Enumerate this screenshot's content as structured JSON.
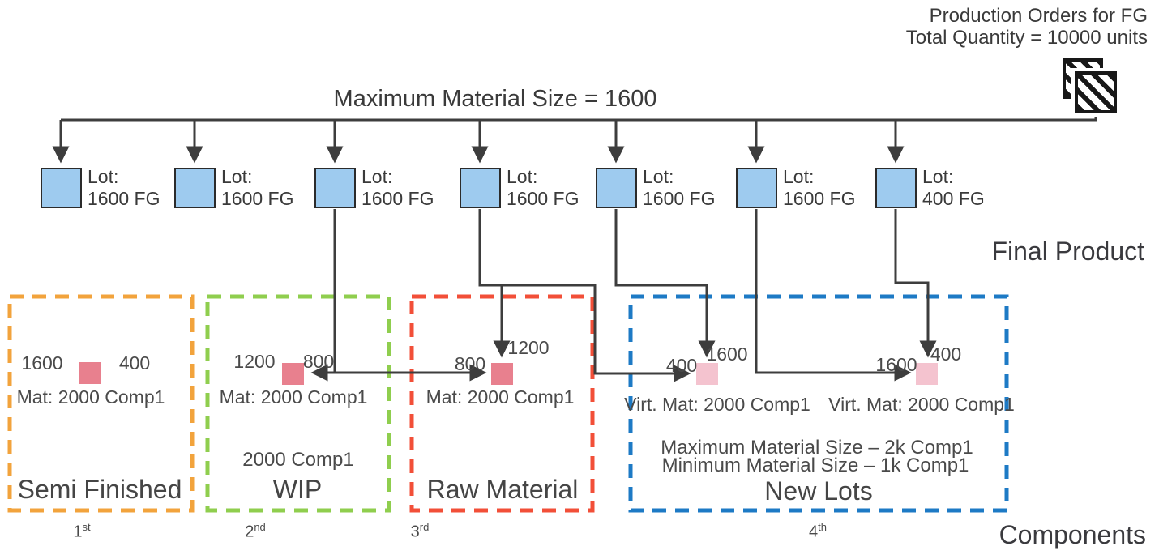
{
  "header": {
    "line1": "Production Orders for FG",
    "line2": "Total Quantity = 10000 units"
  },
  "title": "Maximum Material Size = 1600",
  "side_labels": {
    "final_product": "Final Product",
    "components": "Components"
  },
  "icons": {
    "production_orders_icon": "two overlapping diagonally-hatched squares"
  },
  "lots": [
    {
      "line1": "Lot:",
      "line2": "1600 FG"
    },
    {
      "line1": "Lot:",
      "line2": "1600 FG"
    },
    {
      "line1": "Lot:",
      "line2": "1600 FG"
    },
    {
      "line1": "Lot:",
      "line2": "1600 FG"
    },
    {
      "line1": "Lot:",
      "line2": "1600 FG"
    },
    {
      "line1": "Lot:",
      "line2": "1600 FG"
    },
    {
      "line1": "Lot:",
      "line2": "400 FG"
    }
  ],
  "flows": {
    "semi_left": "1600",
    "semi_right": "400",
    "wip_left": "1200",
    "wip_right": "800",
    "raw_left": "800",
    "raw_right": "1200",
    "virt1_left": "400",
    "virt1_right": "1600",
    "virt2_left": "1600",
    "virt2_right": "400"
  },
  "groups": {
    "semi": {
      "title": "Semi Finished",
      "mat": "Mat: 2000 Comp1",
      "ordinal": "1",
      "ordinal_suffix": "st",
      "color": "#F2A33C"
    },
    "wip": {
      "title": "WIP",
      "mat": "Mat: 2000 Comp1",
      "note": "2000 Comp1",
      "ordinal": "2",
      "ordinal_suffix": "nd",
      "color": "#8FCE4E"
    },
    "raw": {
      "title": "Raw Material",
      "mat": "Mat: 2000 Comp1",
      "ordinal": "3",
      "ordinal_suffix": "rd",
      "color": "#F24F38"
    },
    "new_lots": {
      "title": "New Lots",
      "virt1": "Virt. Mat: 2000 Comp1",
      "virt2": "Virt. Mat: 2000 Comp1",
      "max": "Maximum Material Size – 2k Comp1",
      "min": "Minimum Material Size – 1k Comp1",
      "ordinal": "4",
      "ordinal_suffix": "th",
      "color": "#1D7AC5"
    }
  },
  "colors": {
    "lot_fill": "#9ECBEF",
    "lot_border": "#2B2B2B",
    "mat_fill": "#E8808E",
    "virtual_mat_fill": "#F4C3CF",
    "line": "#3D3D3D",
    "text": "#3A3A3A"
  }
}
